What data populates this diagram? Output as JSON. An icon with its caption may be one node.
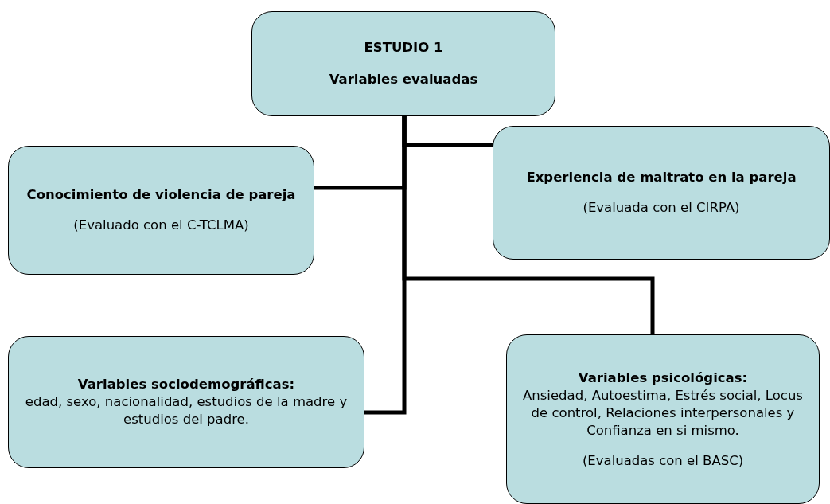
{
  "diagram": {
    "nodes": [
      {
        "text": [
          "ESTUDIO 1",
          "Variables evaluadas"
        ]
      },
      {
        "text": [
          "Conocimiento de violencia de pareja",
          "(Evaluado con el C-TCLMA)"
        ]
      },
      {
        "text": [
          "Experiencia de maltrato en la pareja",
          "(Evaluada con el CIRPA)"
        ]
      },
      {
        "text": [
          "Variables sociodemográficas:",
          "edad, sexo, nacionalidad, estudios de la madre y estudios del padre."
        ]
      },
      {
        "text": [
          "Variables psicológicas:",
          "Ansiedad, Autoestima, Estrés social, Locus de control, Relaciones interpersonales y Confianza en si mismo.",
          "(Evaluadas con el BASC)"
        ]
      }
    ],
    "edges": [
      {
        "from": 0,
        "to": 2,
        "arrow": "none"
      },
      {
        "from": 0,
        "to": 1,
        "arrow": "none"
      },
      {
        "from": 0,
        "to": 4,
        "arrow": "none"
      },
      {
        "from": 0,
        "to": 3,
        "arrow": "none"
      }
    ]
  }
}
